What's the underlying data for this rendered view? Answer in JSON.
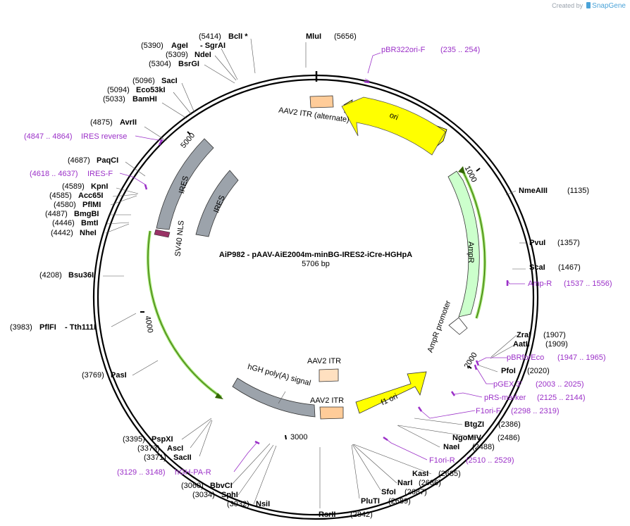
{
  "credit": {
    "prefix": "Created by",
    "brand": "SnapGene",
    "logo_icon": "snapgene-logo-icon"
  },
  "plasmid": {
    "name": "AiP982 - pAAV-AiE2004m-minBG-IRES2-iCre-HGHpA",
    "length_text": "5706 bp",
    "length": 5706
  },
  "colors": {
    "ori": "#ffff00",
    "ampr": "#ccffcc",
    "itr": "#ffcc99",
    "itr_alt": "#ffe0c0",
    "polyA": "#9ca3ab",
    "ires": "#9ca3ab",
    "nls": "#993366",
    "primer": "#9b30c8",
    "green_line": "#99e066",
    "green_dark": "#336600"
  },
  "ticks": [
    "1000",
    "2000",
    "3000",
    "4000",
    "5000"
  ],
  "features": [
    {
      "id": "ori",
      "label": "ori"
    },
    {
      "id": "aav2_itr_alt",
      "label": "AAV2 ITR (alternate)"
    },
    {
      "id": "ampr",
      "label": "AmpR"
    },
    {
      "id": "ampr_promoter",
      "label": "AmpR promoter"
    },
    {
      "id": "f1_ori",
      "label": "f1 ori"
    },
    {
      "id": "aav2_itr_1",
      "label": "AAV2 ITR"
    },
    {
      "id": "aav2_itr_2",
      "label": "AAV2 ITR"
    },
    {
      "id": "hgh_polya",
      "label": "hGH poly(A) signal"
    },
    {
      "id": "ires_outer",
      "label": "IRES"
    },
    {
      "id": "ires_inner",
      "label": "IRES"
    },
    {
      "id": "sv40_nls",
      "label": "SV40 NLS"
    }
  ],
  "sites": [
    {
      "id": "mlui",
      "name": "MluI",
      "pos": "(5656)"
    },
    {
      "id": "bcli",
      "name": "BclI *",
      "pos": "(5414)"
    },
    {
      "id": "agei",
      "name": "AgeI",
      "pos": "(5390)",
      "extra": "- SgrAI"
    },
    {
      "id": "ndei",
      "name": "NdeI",
      "pos": "(5309)"
    },
    {
      "id": "bsrgi",
      "name": "BsrGI",
      "pos": "(5304)"
    },
    {
      "id": "saci",
      "name": "SacI",
      "pos": "(5096)"
    },
    {
      "id": "eco53ki",
      "name": "Eco53kI",
      "pos": "(5094)"
    },
    {
      "id": "bamhi",
      "name": "BamHI",
      "pos": "(5033)"
    },
    {
      "id": "avrii",
      "name": "AvrII",
      "pos": "(4875)"
    },
    {
      "id": "paqci",
      "name": "PaqCI",
      "pos": "(4687)"
    },
    {
      "id": "kpni",
      "name": "KpnI",
      "pos": "(4589)"
    },
    {
      "id": "acc65i",
      "name": "Acc65I",
      "pos": "(4585)"
    },
    {
      "id": "pfimi",
      "name": "PflMI",
      "pos": "(4580)"
    },
    {
      "id": "bmgbi",
      "name": "BmgBI",
      "pos": "(4487)"
    },
    {
      "id": "bmti",
      "name": "BmtI",
      "pos": "(4446)"
    },
    {
      "id": "nhei",
      "name": "NheI",
      "pos": "(4442)"
    },
    {
      "id": "bsu36i",
      "name": "Bsu36I",
      "pos": "(4208)"
    },
    {
      "id": "pflfi",
      "name": "PflFI",
      "pos": "(3983)",
      "extra": "- Tth111I"
    },
    {
      "id": "pasi",
      "name": "PasI",
      "pos": "(3769)"
    },
    {
      "id": "pspxi",
      "name": "PspXI",
      "pos": "(3395)"
    },
    {
      "id": "asci",
      "name": "AscI",
      "pos": "(3373)"
    },
    {
      "id": "sacii",
      "name": "SacII",
      "pos": "(3371)"
    },
    {
      "id": "bbvci",
      "name": "BbvCI",
      "pos": "(3060)"
    },
    {
      "id": "sphi",
      "name": "SphI",
      "pos": "(3034)"
    },
    {
      "id": "nsii",
      "name": "NsiI",
      "pos": "(3032)"
    },
    {
      "id": "rsrii",
      "name": "RsrII",
      "pos": "(2842)"
    },
    {
      "id": "pluti",
      "name": "PluTI",
      "pos": "(2689)"
    },
    {
      "id": "sfoi",
      "name": "SfoI",
      "pos": "(2687)"
    },
    {
      "id": "nari",
      "name": "NarI",
      "pos": "(2686)"
    },
    {
      "id": "kasi",
      "name": "KasI",
      "pos": "(2685)"
    },
    {
      "id": "naei",
      "name": "NaeI",
      "pos": "(2488)"
    },
    {
      "id": "ngomiv",
      "name": "NgoMIV",
      "pos": "(2486)"
    },
    {
      "id": "btgzi",
      "name": "BtgZI",
      "pos": "(2386)"
    },
    {
      "id": "pfoi",
      "name": "PfoI",
      "pos": "(2020)"
    },
    {
      "id": "aatii",
      "name": "AatII",
      "pos": "(1909)"
    },
    {
      "id": "zrai",
      "name": "ZraI",
      "pos": "(1907)"
    },
    {
      "id": "scai",
      "name": "ScaI",
      "pos": "(1467)"
    },
    {
      "id": "pvui",
      "name": "PvuI",
      "pos": "(1357)"
    },
    {
      "id": "nmeaiii",
      "name": "NmeAIII",
      "pos": "(1135)"
    }
  ],
  "primers": [
    {
      "id": "pbr322ori_f",
      "name": "pBR322ori-F",
      "range": "(235 .. 254)"
    },
    {
      "id": "amp_r",
      "name": "Amp-R",
      "range": "(1537 .. 1556)"
    },
    {
      "id": "pbrforeco",
      "name": "pBRforEco",
      "range": "(1947 .. 1965)"
    },
    {
      "id": "pgex3",
      "name": "pGEX 3'",
      "range": "(2003 .. 2025)"
    },
    {
      "id": "prs_marker",
      "name": "pRS-marker",
      "range": "(2125 .. 2144)"
    },
    {
      "id": "f1ori_f",
      "name": "F1ori-F",
      "range": "(2298 .. 2319)"
    },
    {
      "id": "f1ori_r",
      "name": "F1ori-R",
      "range": "(2510 .. 2529)"
    },
    {
      "id": "hgh_pa_r",
      "name": "hGH-PA-R",
      "range": "(3129 .. 3148)"
    },
    {
      "id": "ires_f",
      "name": "IRES-F",
      "range": "(4618 .. 4637)"
    },
    {
      "id": "ires_reverse",
      "name": "IRES reverse",
      "range": "(4847 .. 4864)"
    }
  ]
}
